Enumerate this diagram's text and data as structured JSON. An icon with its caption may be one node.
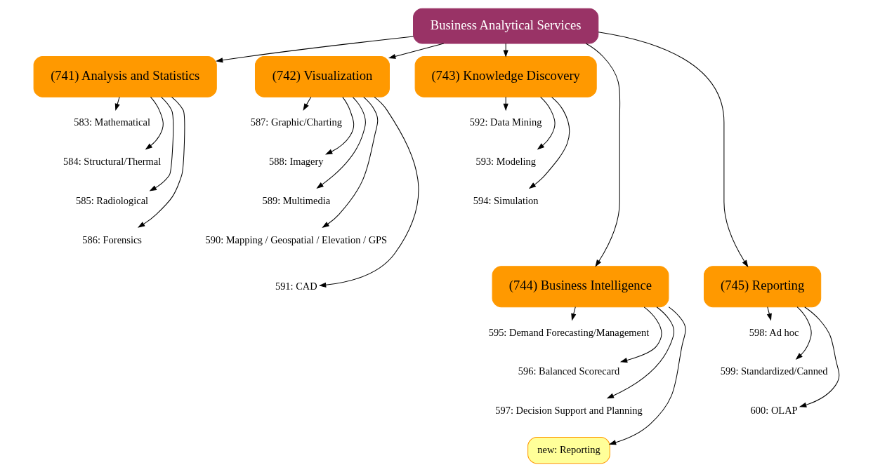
{
  "diagram": {
    "nodes": [
      {
        "text": [
          "Business Analytical Services"
        ]
      },
      {
        "text": [
          "(741) Analysis and Statistics"
        ]
      },
      {
        "text": [
          "(742) Visualization"
        ]
      },
      {
        "text": [
          "(743) Knowledge Discovery"
        ]
      },
      {
        "text": [
          "583: Mathematical"
        ]
      },
      {
        "text": [
          "584: Structural/Thermal"
        ]
      },
      {
        "text": [
          "585: Radiological"
        ]
      },
      {
        "text": [
          "586: Forensics"
        ]
      },
      {
        "text": [
          "587: Graphic/Charting"
        ]
      },
      {
        "text": [
          "588: Imagery"
        ]
      },
      {
        "text": [
          "589: Multimedia"
        ]
      },
      {
        "text": [
          "590: Mapping / Geospatial / Elevation / GPS"
        ]
      },
      {
        "text": [
          "591: CAD"
        ]
      },
      {
        "text": [
          "592: Data Mining"
        ]
      },
      {
        "text": [
          "593: Modeling"
        ]
      },
      {
        "text": [
          "594: Simulation"
        ]
      },
      {
        "text": [
          "(744) Business Intelligence"
        ]
      },
      {
        "text": [
          "(745) Reporting"
        ]
      },
      {
        "text": [
          "595: Demand Forecasting/Management"
        ]
      },
      {
        "text": [
          "596: Balanced Scorecard"
        ]
      },
      {
        "text": [
          "597: Decision Support and Planning"
        ]
      },
      {
        "text": [
          "new: Reporting"
        ]
      },
      {
        "text": [
          "598: Ad hoc"
        ]
      },
      {
        "text": [
          "599: Standardized/Canned"
        ]
      },
      {
        "text": [
          "600: OLAP"
        ]
      }
    ],
    "edges": [
      {
        "from": 0,
        "to": 1,
        "arrow": "to"
      },
      {
        "from": 0,
        "to": 16,
        "arrow": "to"
      },
      {
        "from": 0,
        "to": 2,
        "arrow": "to"
      },
      {
        "from": 0,
        "to": 17,
        "arrow": "to"
      },
      {
        "from": 0,
        "to": 3,
        "arrow": "to"
      },
      {
        "from": 1,
        "to": 4,
        "arrow": "to"
      },
      {
        "from": 1,
        "to": 5,
        "arrow": "to"
      },
      {
        "from": 1,
        "to": 6,
        "arrow": "to"
      },
      {
        "from": 1,
        "to": 7,
        "arrow": "to"
      },
      {
        "from": 2,
        "to": 8,
        "arrow": "to"
      },
      {
        "from": 2,
        "to": 9,
        "arrow": "to"
      },
      {
        "from": 2,
        "to": 10,
        "arrow": "to"
      },
      {
        "from": 2,
        "to": 11,
        "arrow": "to"
      },
      {
        "from": 2,
        "to": 12,
        "arrow": "to"
      },
      {
        "from": 3,
        "to": 13,
        "arrow": "to"
      },
      {
        "from": 3,
        "to": 14,
        "arrow": "to"
      },
      {
        "from": 3,
        "to": 15,
        "arrow": "to"
      },
      {
        "from": 16,
        "to": 18,
        "arrow": "to"
      },
      {
        "from": 16,
        "to": 19,
        "arrow": "to"
      },
      {
        "from": 16,
        "to": 20,
        "arrow": "to"
      },
      {
        "from": 16,
        "to": 21,
        "arrow": "to"
      },
      {
        "from": 17,
        "to": 22,
        "arrow": "to"
      },
      {
        "from": 17,
        "to": 23,
        "arrow": "to"
      },
      {
        "from": 17,
        "to": 24,
        "arrow": "to"
      }
    ]
  }
}
